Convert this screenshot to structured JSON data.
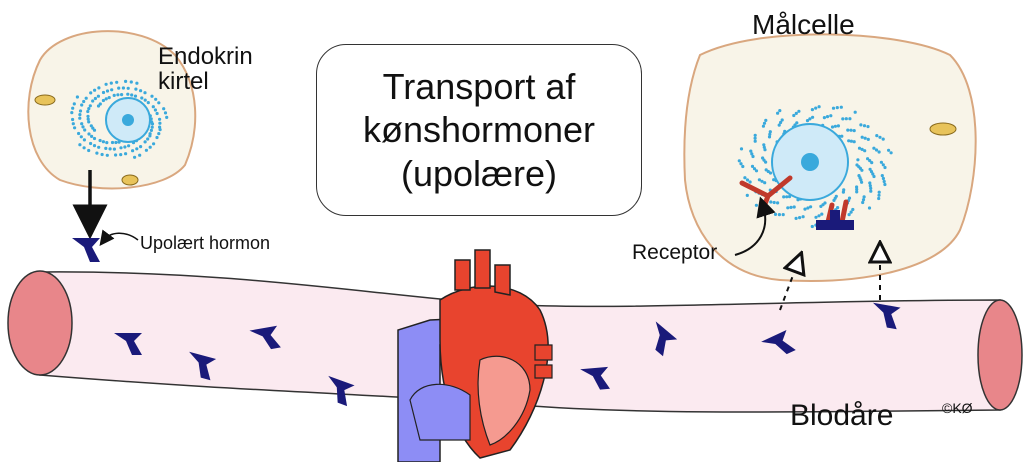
{
  "title_lines": [
    "Transport af",
    "kønshormoner",
    "(upolære)"
  ],
  "labels": {
    "gland": [
      "Endokrin",
      "kirtel"
    ],
    "hormone": "Upolært hormon",
    "target_cell": "Målcelle",
    "receptor": "Receptor",
    "blood_vessel": "Blodåre",
    "copyright": "©KØ"
  },
  "colors": {
    "hormone": "#1a1a7a",
    "receptor": "#c0392b",
    "vessel_fill": "#fbeaf0",
    "vessel_end": "#e8868a",
    "cell_fill": "#f8f4e8",
    "organelle_blue": "#3aa9dc",
    "heart_red": "#e8442e",
    "heart_blue": "#8d8df5"
  }
}
